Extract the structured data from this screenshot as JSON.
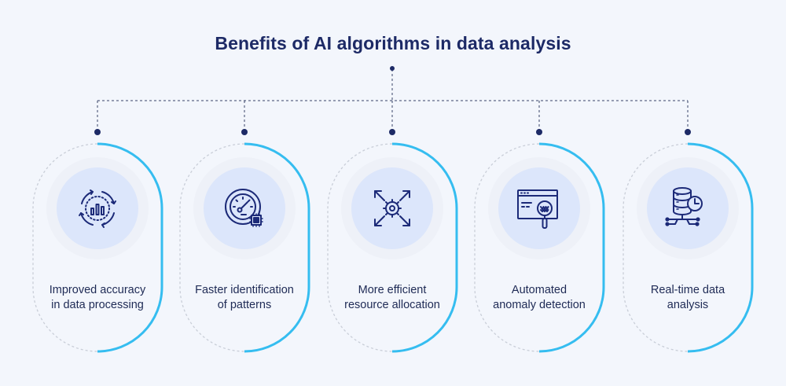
{
  "title": "Benefits of AI algorithms in data analysis",
  "colors": {
    "accent": "#35bdf0",
    "navy": "#1d2a66",
    "icon": "#1c2a78",
    "dash": "#c9ced8"
  },
  "benefits": [
    {
      "line1": "Improved accuracy",
      "line2": "in data processing",
      "icon": "cycle-chart-icon"
    },
    {
      "line1": "Faster identification",
      "line2": "of patterns",
      "icon": "speedometer-chip-icon"
    },
    {
      "line1": "More efficient",
      "line2": "resource allocation",
      "icon": "gear-arrows-icon"
    },
    {
      "line1": "Automated",
      "line2": "anomaly detection",
      "icon": "browser-magnifier-icon"
    },
    {
      "line1": "Real-time data",
      "line2": "analysis",
      "icon": "database-clock-icon"
    }
  ]
}
